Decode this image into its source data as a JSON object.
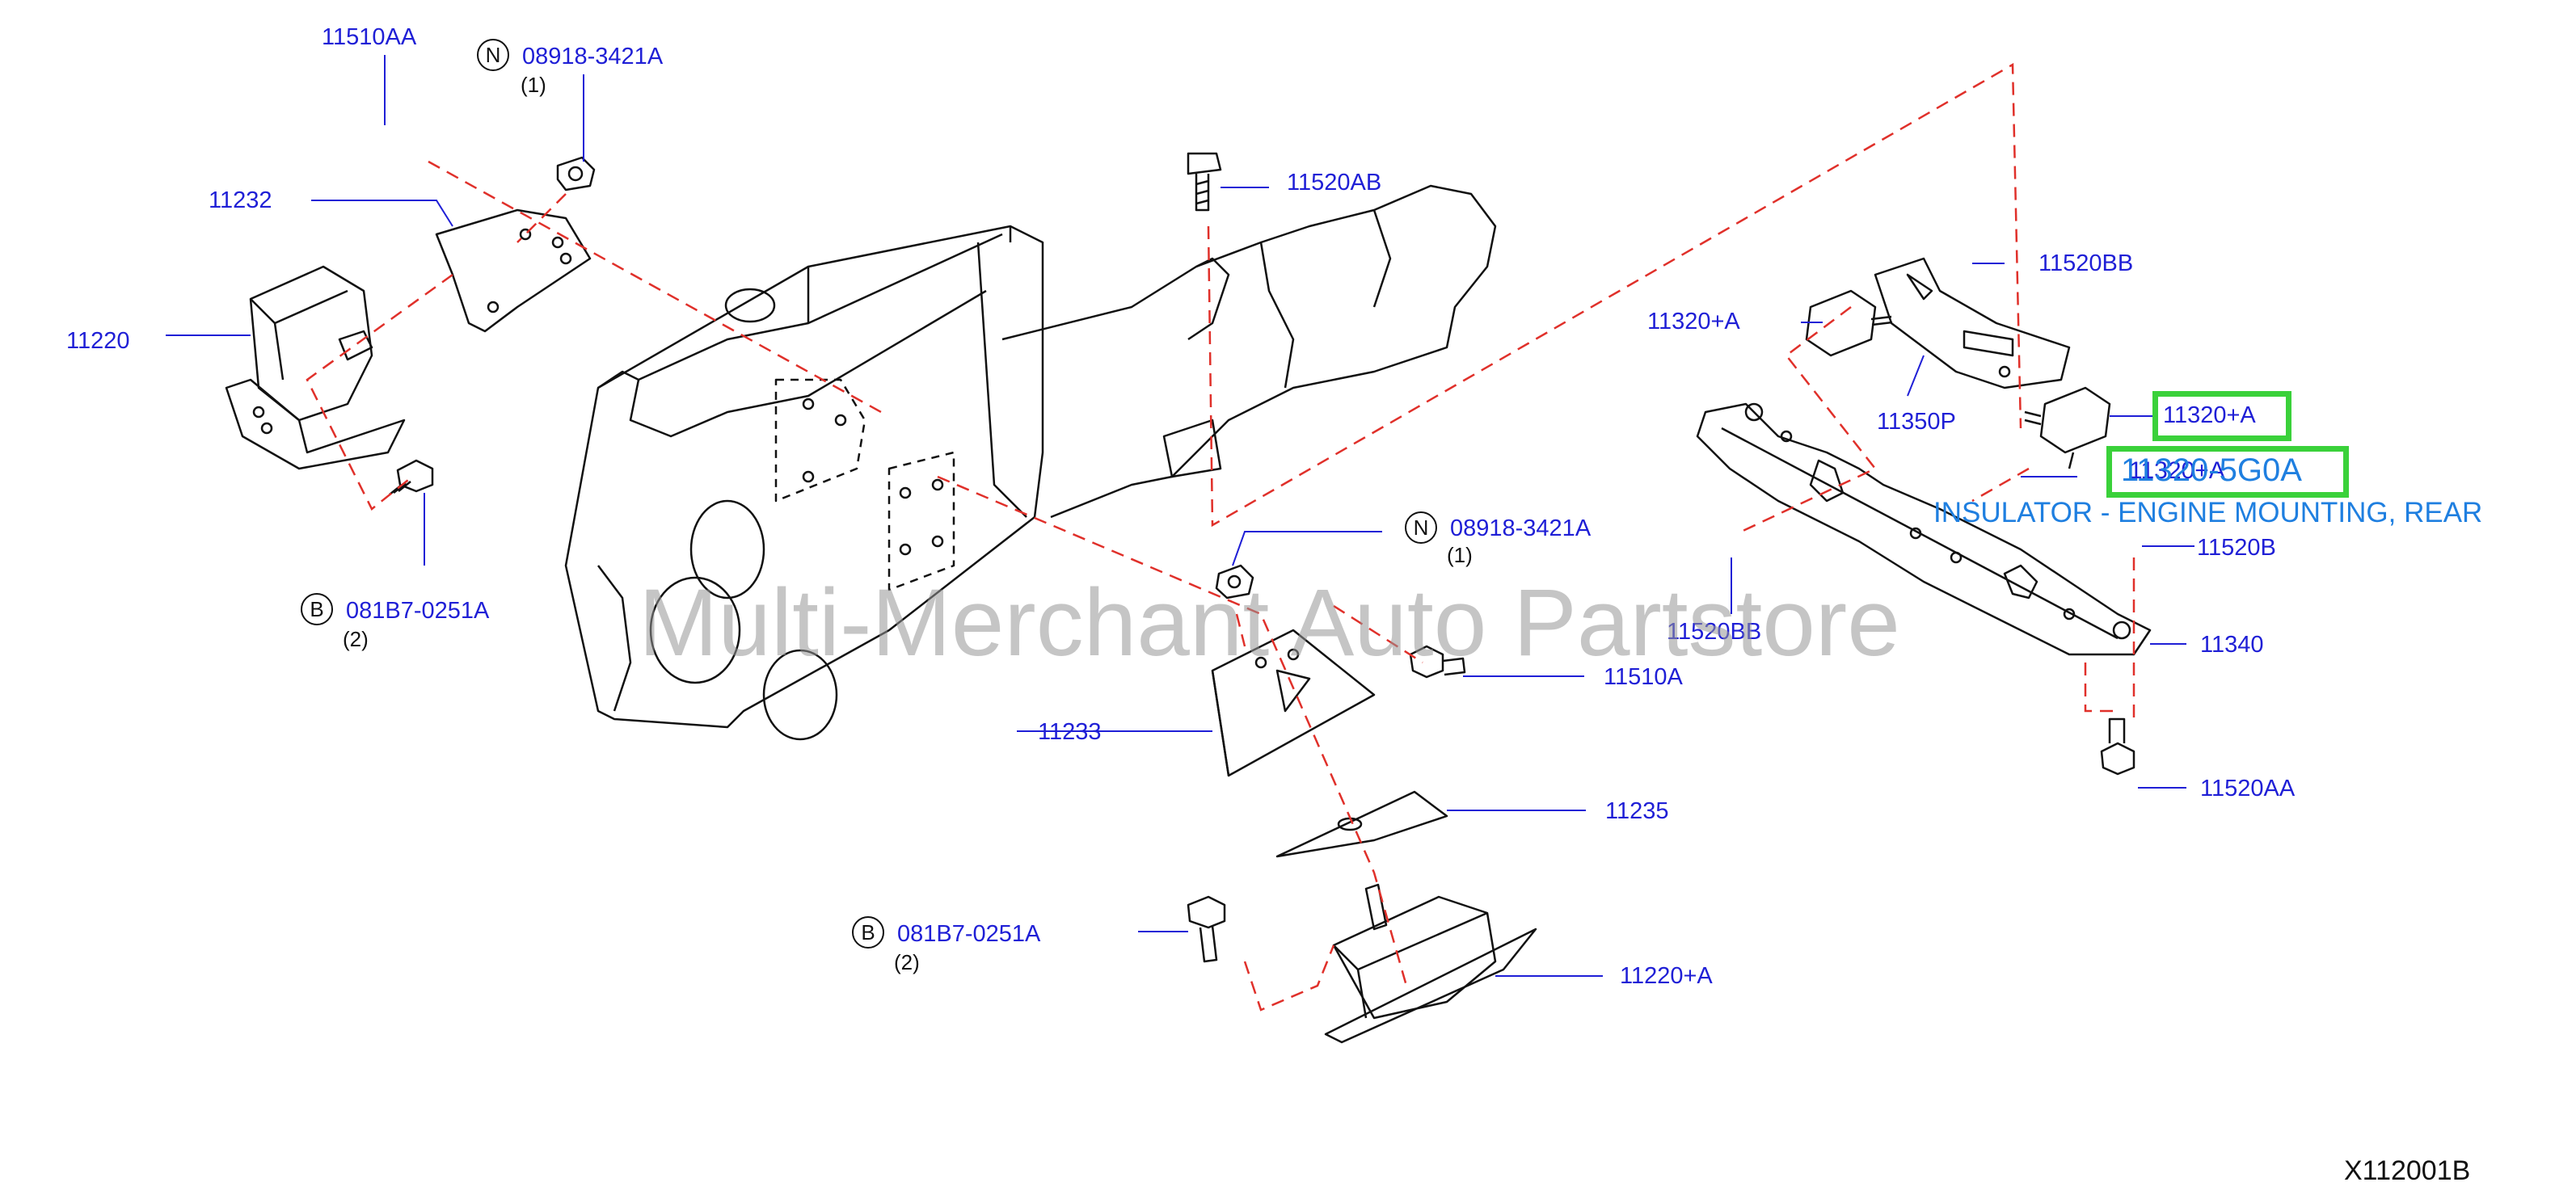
{
  "parts": {
    "p11510AA": "11510AA",
    "p11232": "11232",
    "p11220": "11220",
    "p08918_top": "08918-3421A",
    "p08918_top_qty": "(1)",
    "p081B7_left": "081B7-0251A",
    "p081B7_left_qty": "(2)",
    "p11520AB": "11520AB",
    "p11520BB_top": "11520BB",
    "p11320A_left": "11320+A",
    "p11350P": "11350P",
    "p11320A_right": "11320+A",
    "p11520B": "11520B",
    "p11520BB_bottom": "11520BB",
    "p11340": "11340",
    "p11520AA": "11520AA",
    "p08918_mid": "08918-3421A",
    "p08918_mid_qty": "(1)",
    "p11510A": "11510A",
    "p11233": "11233",
    "p11235": "11235",
    "p081B7_bottom": "081B7-0251A",
    "p081B7_bottom_qty": "(2)",
    "p11220A": "11220+A"
  },
  "symbols": {
    "n_top": "N",
    "b_left": "B",
    "n_mid": "N",
    "b_bottom": "B"
  },
  "highlight": {
    "part_number": "11320-5G0A",
    "overlap_text": "11320+A",
    "description": "INSULATOR - ENGINE MOUNTING, REAR"
  },
  "watermark": "Multi-Merchant Auto Partstore",
  "diagram_code": "X112001B",
  "colors": {
    "label": "#1f1fd6",
    "leader": "#1f1fd6",
    "dash": "#e0302a",
    "highlight_border": "#3ad13a",
    "highlight_text": "#1f7fe0"
  }
}
